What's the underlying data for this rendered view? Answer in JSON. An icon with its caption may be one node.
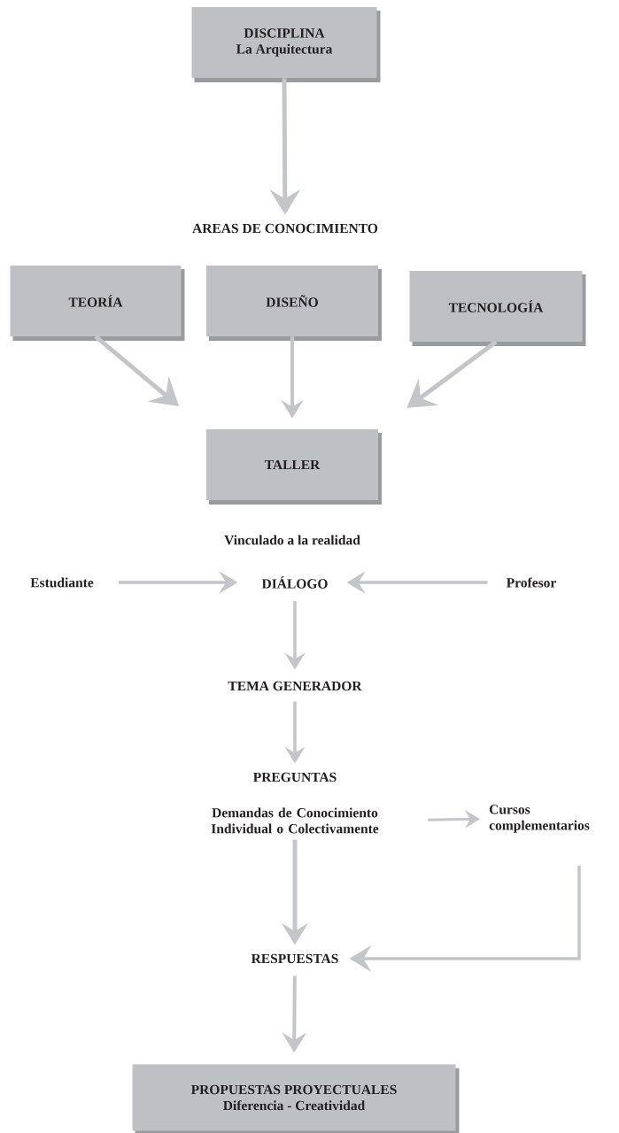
{
  "diagram": {
    "nodes": [
      {
        "text": [
          "DISCIPLINA",
          "La Arquitectura"
        ]
      },
      {
        "text": [
          "AREAS DE CONOCIMIENTO"
        ]
      },
      {
        "text": [
          "TEORÍA"
        ]
      },
      {
        "text": [
          "DISEÑO"
        ]
      },
      {
        "text": [
          "TECNOLOGÍA"
        ]
      },
      {
        "text": [
          "TALLER"
        ]
      },
      {
        "text": [
          "Estudiante"
        ]
      },
      {
        "text": [
          "DIÁLOGO"
        ]
      },
      {
        "text": [
          "Profesor"
        ]
      },
      {
        "text": [
          "TEMA GENERADOR"
        ]
      },
      {
        "text": [
          "PREGUNTAS"
        ]
      },
      {
        "text": [
          "Demandas de Conocimiento Individual o Colectivamente"
        ]
      },
      {
        "text": [
          "Cursos complementarios"
        ]
      },
      {
        "text": [
          "RESPUESTAS"
        ]
      },
      {
        "text": [
          "PROPUESTAS PROYECTUALES",
          "Diferencia - Creatividad"
        ]
      }
    ],
    "edges": [
      {
        "from": 0,
        "to": 1,
        "arrow": "to"
      },
      {
        "from": 2,
        "to": 5,
        "arrow": "to"
      },
      {
        "from": 3,
        "to": 5,
        "arrow": "to"
      },
      {
        "from": 4,
        "to": 5,
        "arrow": "to"
      },
      {
        "from": 6,
        "to": 7,
        "arrow": "to"
      },
      {
        "from": 8,
        "to": 7,
        "arrow": "to"
      },
      {
        "from": 7,
        "to": 9,
        "arrow": "to"
      },
      {
        "from": 9,
        "to": 10,
        "arrow": "to"
      },
      {
        "from": 11,
        "to": 12,
        "arrow": "to"
      },
      {
        "from": 11,
        "to": 13,
        "arrow": "to"
      },
      {
        "from": 12,
        "to": 13,
        "arrow": "to"
      },
      {
        "from": 13,
        "to": 14,
        "arrow": "to"
      }
    ],
    "labels": [
      "Vinculado a la realidad"
    ]
  }
}
